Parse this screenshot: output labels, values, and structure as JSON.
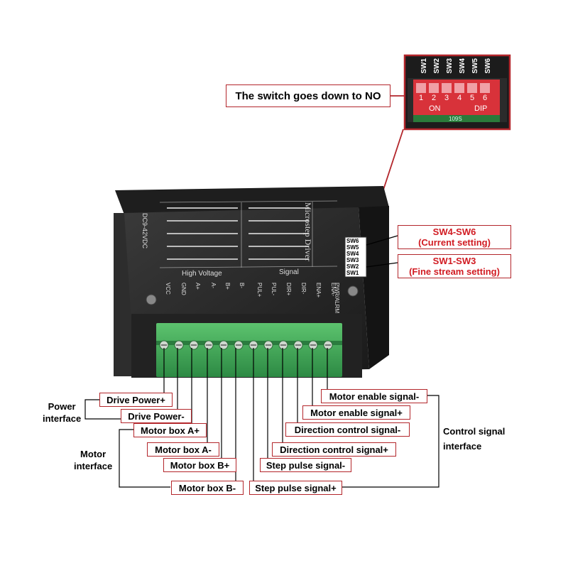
{
  "callout": {
    "switch_note": "The switch goes down to NO"
  },
  "dip_photo": {
    "switch_names": [
      "SW1",
      "SW2",
      "SW3",
      "SW4",
      "SW5",
      "SW6"
    ],
    "numbers": [
      "1",
      "2",
      "3",
      "4",
      "5",
      "6"
    ],
    "on_label": "ON",
    "dip_label": "DIP",
    "part_code": "109S"
  },
  "driver": {
    "title": "Microstep Driver",
    "voltage": "DC9-42VDC",
    "high_voltage_label": "High Voltage",
    "signal_label": "Signal",
    "pwr_alarm": "PWR/ALRM",
    "terminals": [
      "VCC",
      "GND",
      "A+",
      "A-",
      "B+",
      "B-",
      "PUL+",
      "PUL-",
      "DIR+",
      "DIR-",
      "ENA+",
      "ENA-"
    ],
    "side_switches": [
      "SW6",
      "SW5",
      "SW4",
      "SW3",
      "SW2",
      "SW1"
    ]
  },
  "settings": {
    "current_title": "SW4-SW6",
    "current_desc": "(Current setting)",
    "fine_title": "SW1-SW3",
    "fine_desc": "(Fine stream setting)"
  },
  "left_groups": {
    "power_interface": [
      "Power",
      "interface"
    ],
    "motor_interface": [
      "Motor",
      "interface"
    ]
  },
  "right_group": {
    "control_interface": [
      "Control signal",
      "interface"
    ]
  },
  "left_labels": [
    "Drive Power+",
    "Drive Power-",
    "Motor box A+",
    "Motor box A-",
    "Motor box B+",
    "Motor box B-"
  ],
  "right_labels": [
    "Motor enable signal-",
    "Motor enable signal+",
    "Direction control signal-",
    "Direction control signal+",
    "Step pulse signal-",
    "Step pulse signal+"
  ],
  "colors": {
    "accent_red": "#b3262b",
    "text_red": "#d11b22",
    "terminal_green": "#3aa655",
    "driver_body": "#2a2a2a"
  }
}
